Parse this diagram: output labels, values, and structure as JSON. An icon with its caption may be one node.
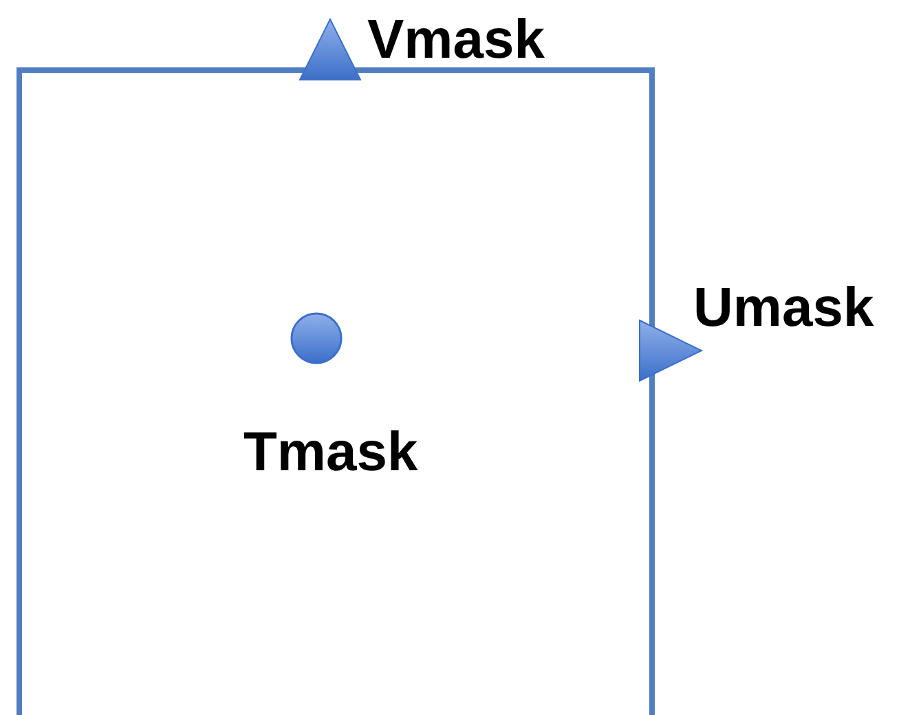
{
  "diagram": {
    "labels": [
      "Vmask",
      "Umask",
      "Tmask"
    ]
  }
}
